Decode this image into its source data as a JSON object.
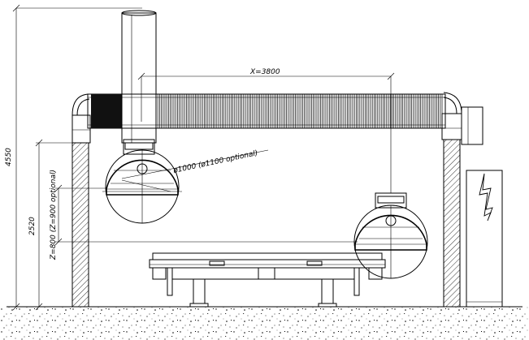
{
  "dimensions": {
    "total_height": "4550",
    "column_height": "2520",
    "x_travel": "X=3800",
    "z_travel": "Z=800 (Z=900 optional)",
    "blade_diameter": "ø1000 (ø1100 optional)"
  },
  "colors": {
    "line": "#000000",
    "background": "#ffffff"
  },
  "icons": {
    "panel_symbol": "lightning-bolt-icon",
    "blade_logo": "brand-logo-icon"
  }
}
